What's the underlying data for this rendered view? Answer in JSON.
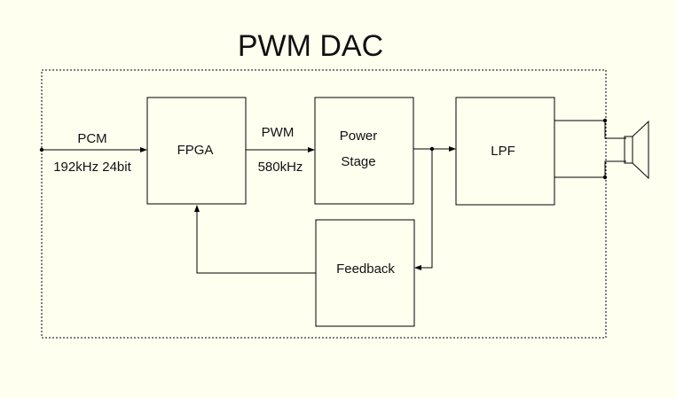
{
  "title": "PWM DAC",
  "blocks": {
    "fpga": "FPGA",
    "power_stage_line1": "Power",
    "power_stage_line2": "Stage",
    "lpf": "LPF",
    "feedback": "Feedback"
  },
  "signals": {
    "input_name": "PCM",
    "input_spec": "192kHz 24bit",
    "pwm_name": "PWM",
    "pwm_freq": "580kHz"
  },
  "colors": {
    "background": "#fffff0",
    "line": "#000000"
  },
  "icons": {
    "output": "speaker-icon"
  }
}
